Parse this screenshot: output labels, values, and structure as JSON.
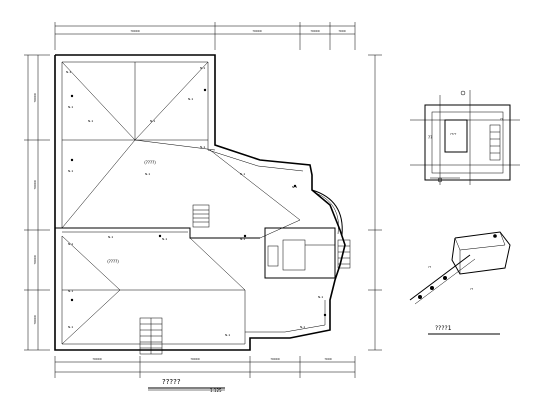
{
  "plan": {
    "top_dims": [
      "?0000",
      "?0000",
      "?0000",
      "?000"
    ],
    "bottom_dims": [
      "?0000",
      "?0000",
      "?0000",
      "?000"
    ],
    "left_dims": [
      "?0000",
      "?0000",
      "?0000",
      "?0000"
    ],
    "room_labels": [
      "(????)",
      "(????)"
    ],
    "title": "?????",
    "scale": "1:125"
  },
  "detail_top": {
    "labels": [
      "??",
      "????",
      "??"
    ]
  },
  "detail_bottom": {
    "title": "????1"
  }
}
